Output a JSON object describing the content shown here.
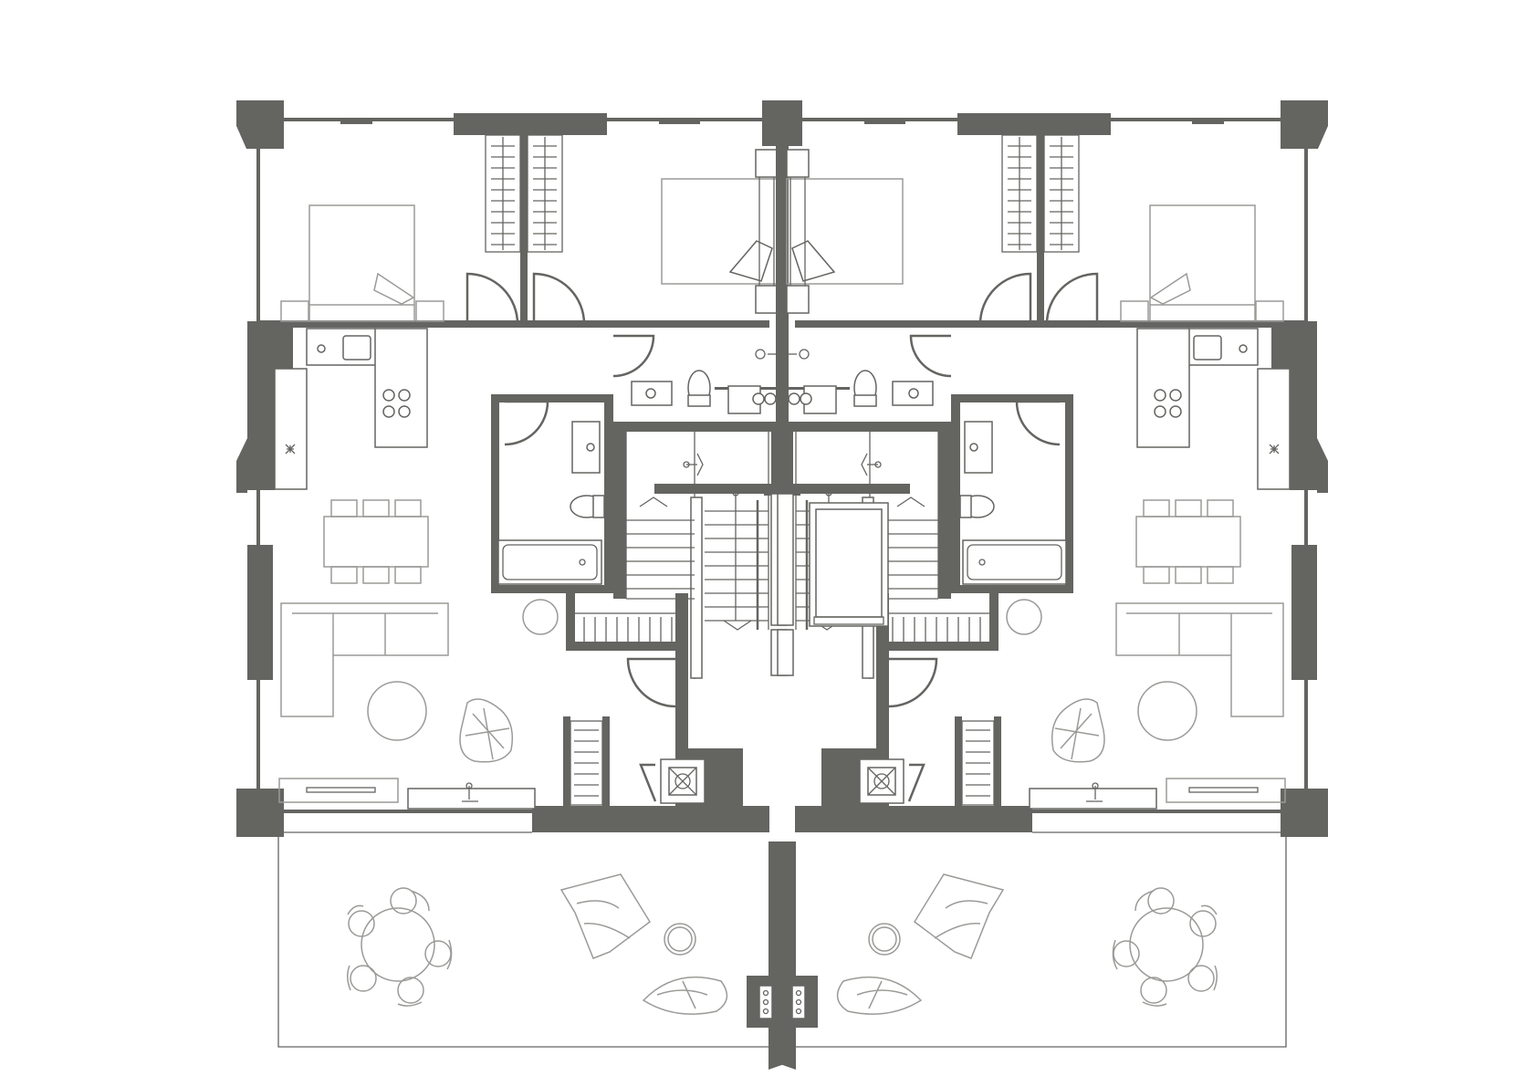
{
  "colors": {
    "wall": "#646461",
    "fixture_line": "#646461",
    "furniture_line": "#9a9a97",
    "background": "#ffffff"
  },
  "drawing": {
    "kind": "floor-plan",
    "units": 2,
    "symmetry": "mirrored-about-center",
    "apartment_rooms": [
      "bedroom-1",
      "bedroom-2",
      "kitchen",
      "dining",
      "living",
      "bathroom-1",
      "bathroom-2",
      "storage",
      "terrace"
    ],
    "core_elements": [
      "stair",
      "lift",
      "lobby",
      "services-shaft"
    ],
    "labels": []
  }
}
